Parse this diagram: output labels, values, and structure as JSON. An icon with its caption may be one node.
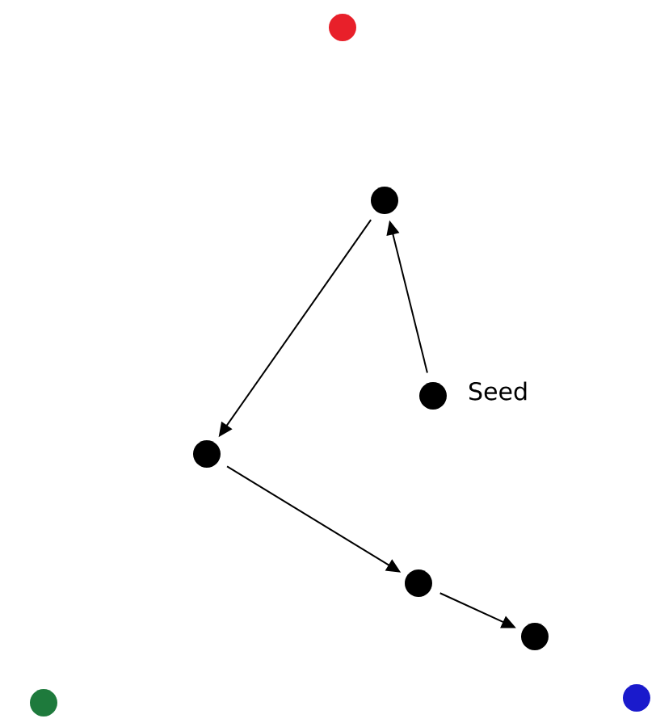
{
  "diagram": {
    "nodes": [
      {
        "text": [],
        "shape": "circle"
      },
      {
        "text": [],
        "shape": "circle"
      },
      {
        "text": [],
        "shape": "circle",
        "beside": [
          "Seed"
        ]
      },
      {
        "text": [],
        "shape": "circle"
      },
      {
        "text": [],
        "shape": "circle"
      },
      {
        "text": [],
        "shape": "circle"
      },
      {
        "text": [],
        "shape": "circle"
      },
      {
        "text": [],
        "shape": "circle"
      }
    ],
    "edges": [
      {
        "from": 2,
        "to": 1,
        "arrow": "to"
      },
      {
        "from": 1,
        "to": 3,
        "arrow": "to"
      },
      {
        "from": 3,
        "to": 4,
        "arrow": "to"
      },
      {
        "from": 4,
        "to": 5,
        "arrow": "to"
      }
    ]
  }
}
